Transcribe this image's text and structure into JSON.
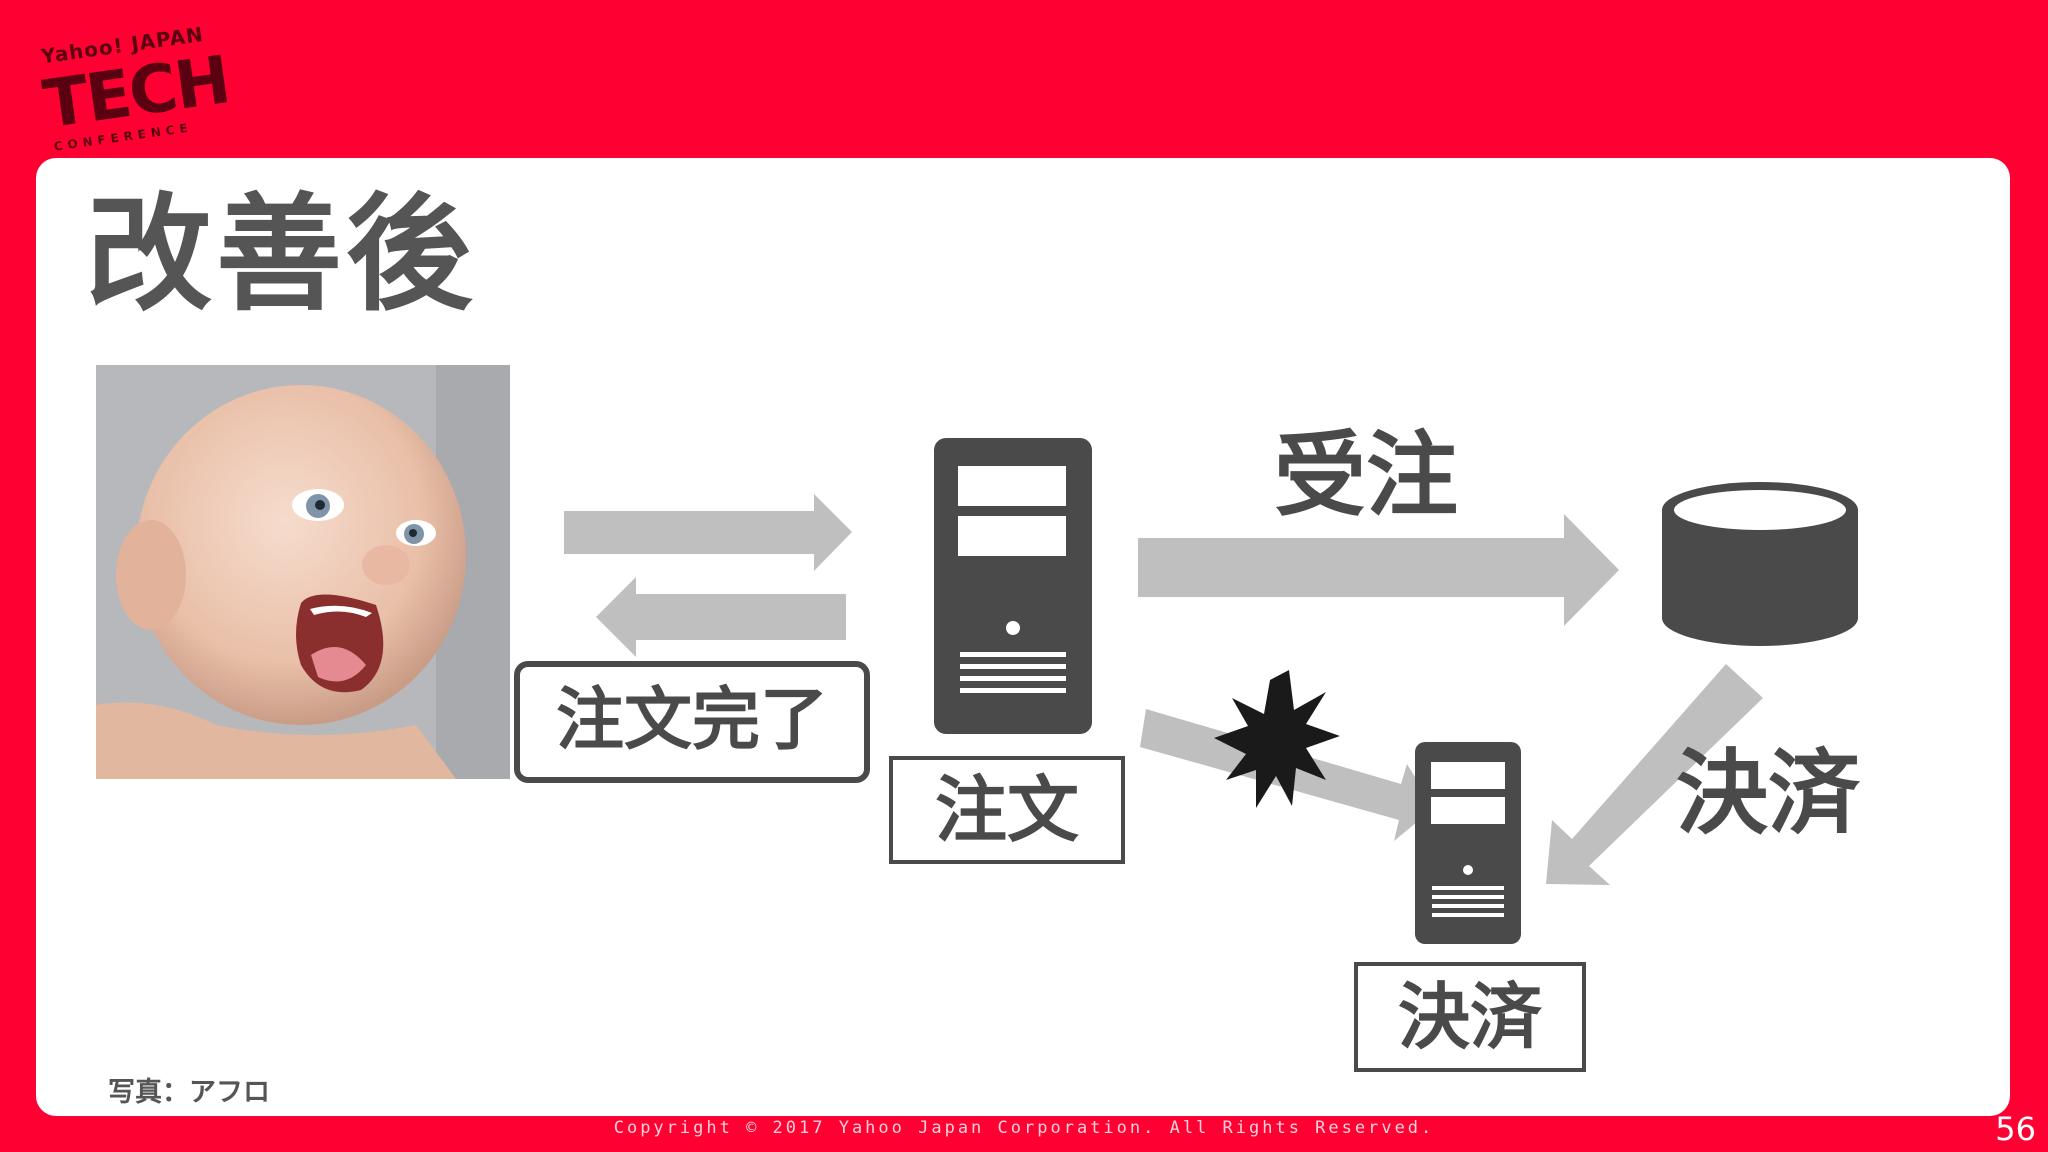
{
  "logo": {
    "top_text": "Yahoo! JAPAN",
    "main_text": "TECH",
    "bottom_text": "CONFERENCE"
  },
  "slide": {
    "title": "改善後",
    "photo_credit": "写真：アフロ",
    "copyright": "Copyright © 2017  Yahoo Japan Corporation. All Rights Reserved.",
    "page_number": "56"
  },
  "diagram": {
    "order_complete_label": "注文完了",
    "order_server_label": "注文",
    "receive_order_label": "受注",
    "settlement_arrow_label": "決済",
    "settlement_server_label": "決済"
  },
  "colors": {
    "brand_red": "#ff0033",
    "icon_dark": "#4a4a4a",
    "arrow_gray": "#bfbfbf"
  }
}
